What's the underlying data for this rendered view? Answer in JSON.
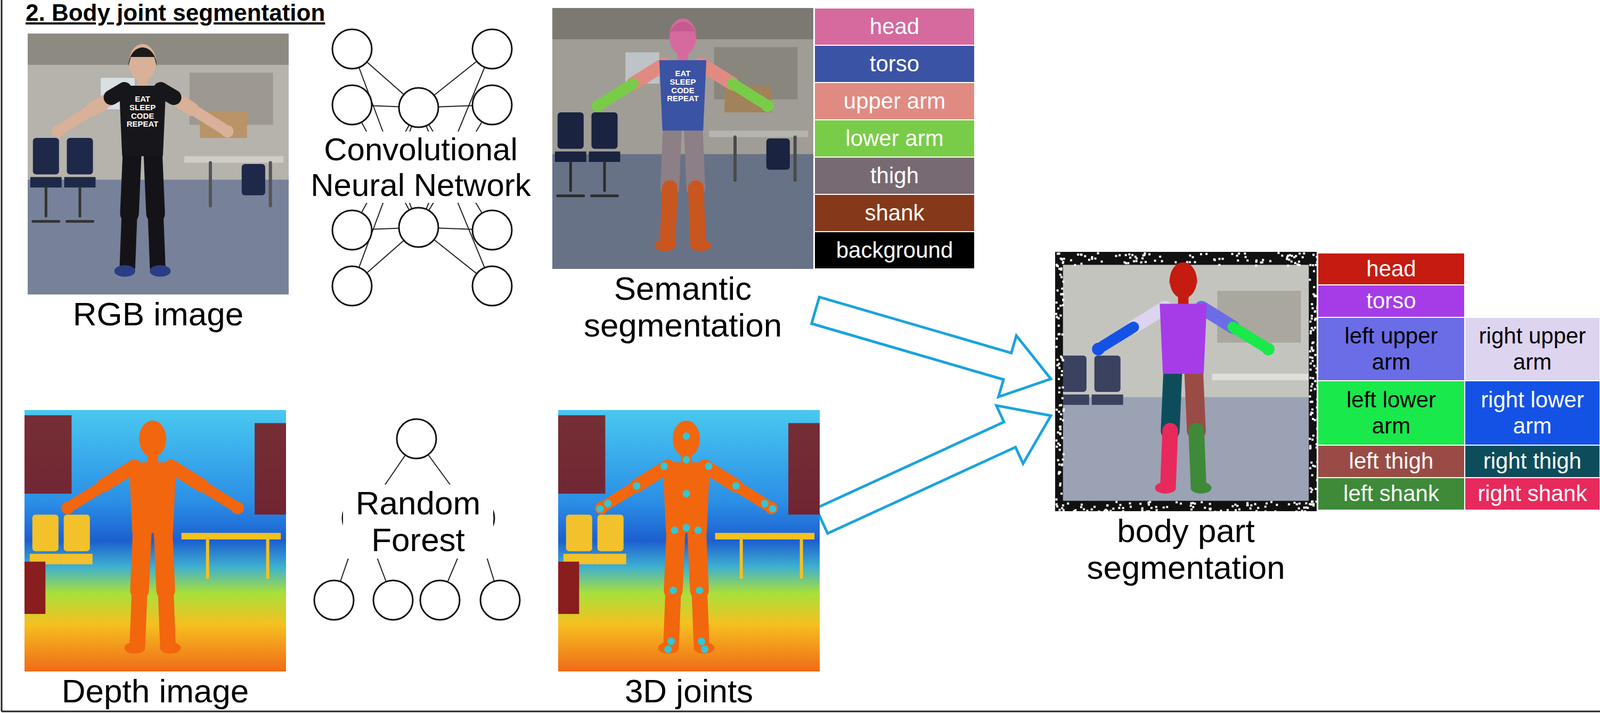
{
  "diagram": {
    "title": "2. Body joint segmentation",
    "nodes": [
      {
        "text": [
          "RGB image"
        ]
      },
      {
        "text": [
          "Convolutional Neural Network"
        ]
      },
      {
        "text": [
          "Semantic segmentation"
        ]
      },
      {
        "text": [
          "Depth image"
        ]
      },
      {
        "text": [
          "Random Forest"
        ]
      },
      {
        "text": [
          "3D joints"
        ]
      },
      {
        "text": [
          "body part segmentation"
        ]
      }
    ],
    "edges": [
      {
        "from": 2,
        "to": 6,
        "arrow": "to"
      },
      {
        "from": 5,
        "to": 6,
        "arrow": "to"
      }
    ],
    "labels": [
      "EAT SLEEP CODE REPEAT",
      "EAT SLEEP CODE REPEAT"
    ],
    "legend": [
      {
        "text": "head",
        "color": "#d56a9e"
      },
      {
        "text": "torso",
        "color": "#3b53a5"
      },
      {
        "text": "upper arm",
        "color": "#e08a82"
      },
      {
        "text": "lower arm",
        "color": "#79cc48"
      },
      {
        "text": "thigh",
        "color": "#776a72"
      },
      {
        "text": "shank",
        "color": "#85391a"
      },
      {
        "text": "background",
        "color": "#000000"
      },
      {
        "text": "head",
        "color": "#c51b10"
      },
      {
        "text": "torso",
        "color": "#a63ce8"
      },
      {
        "text": "left upper arm",
        "color": "#6a6de6"
      },
      {
        "text": "right upper arm",
        "color": "#ddd4f0"
      },
      {
        "text": "left lower arm",
        "color": "#19e94b"
      },
      {
        "text": "right lower arm",
        "color": "#1452e6"
      },
      {
        "text": "left thigh",
        "color": "#9a4b45"
      },
      {
        "text": "right thigh",
        "color": "#0d4d5b"
      },
      {
        "text": "left shank",
        "color": "#3e8a38"
      },
      {
        "text": "right shank",
        "color": "#e8295c"
      }
    ]
  }
}
